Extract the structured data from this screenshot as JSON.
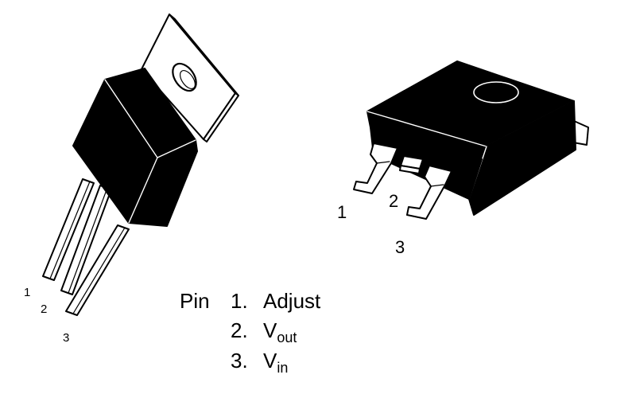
{
  "to220": {
    "lead_labels": [
      "1",
      "2",
      "3"
    ]
  },
  "d2pak": {
    "lead_labels": [
      "1",
      "2",
      "3"
    ]
  },
  "legend": {
    "heading": "Pin",
    "items": [
      {
        "number": "1.",
        "name": "Adjust",
        "subscript": ""
      },
      {
        "number": "2.",
        "name": "V",
        "subscript": "out"
      },
      {
        "number": "3.",
        "name": "V",
        "subscript": "in"
      }
    ]
  },
  "colors": {
    "body": "#000000",
    "metal": "#ffffff",
    "background": "#ffffff"
  }
}
